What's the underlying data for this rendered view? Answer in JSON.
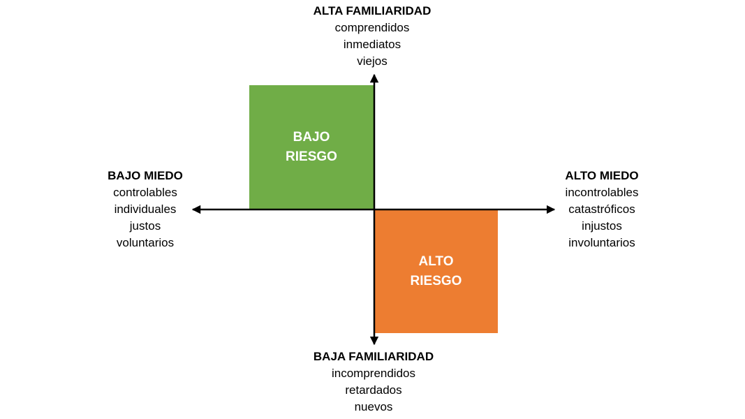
{
  "axes": {
    "top": {
      "heading": "ALTA FAMILIARIDAD",
      "items": [
        "comprendidos",
        "inmediatos",
        "viejos"
      ]
    },
    "bottom": {
      "heading": "BAJA FAMILIARIDAD",
      "items": [
        "incomprendidos",
        "retardados",
        "nuevos"
      ]
    },
    "left": {
      "heading": "BAJO MIEDO",
      "items": [
        "controlables",
        "individuales",
        "justos",
        "voluntarios"
      ]
    },
    "right": {
      "heading": "ALTO MIEDO",
      "items": [
        "incontrolables",
        "catastróficos",
        "injustos",
        "involuntarios"
      ]
    }
  },
  "quadrants": {
    "low_risk": {
      "line1": "BAJO",
      "line2": "RIESGO",
      "color": "#70AD47"
    },
    "high_risk": {
      "line1": "ALTO",
      "line2": "RIESGO",
      "color": "#ED7D31"
    }
  },
  "colors": {
    "axis": "#000000",
    "quadrant_text": "#FFFFFF"
  }
}
